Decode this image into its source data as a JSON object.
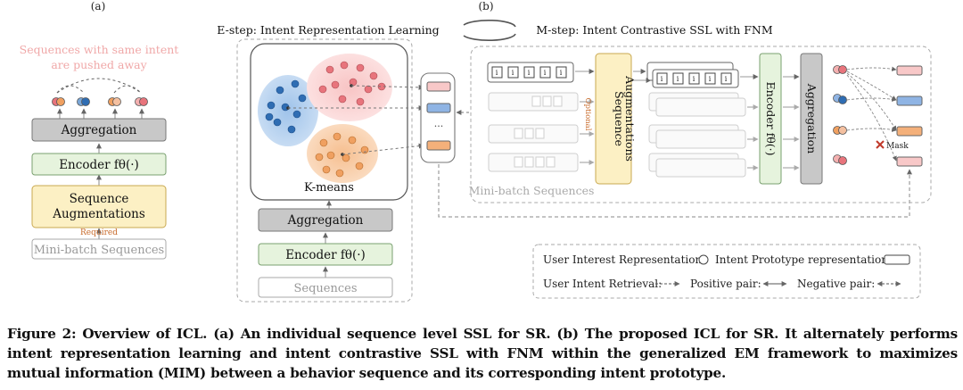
{
  "panel_a": {
    "label": "(a)",
    "note_line1": "Sequences with same intent",
    "note_line2": "are pushed away",
    "aggregation": "Aggregation",
    "encoder": "Encoder fθ(·)",
    "aug_line1": "Sequence",
    "aug_line2": "Augmentations",
    "required": "Required",
    "minibatch": "Mini-batch Sequences"
  },
  "panel_b": {
    "label": "(b)",
    "estep_title": "E-step: Intent Representation Learning",
    "mstep_title": "M-step: Intent Contrastive SSL with FNM",
    "kmeans": "K-means",
    "aggregation": "Aggregation",
    "encoder": "Encoder fθ(·)",
    "sequences": "Sequences",
    "dots": "···",
    "seq_token": "i",
    "aug_line1": "Sequence",
    "aug_line2": "Augmentations",
    "optional": "Optional",
    "encoder_vertical": "Encoder fθ(·)",
    "aggregation_vertical": "Aggregation",
    "minibatch": "Mini-batch Sequences",
    "mask": "Mask",
    "legend": {
      "user_interest": "User Interest Representation:",
      "intent_prototype": "Intent Prototype representation:",
      "retrieval": "User Intent Retrieval:",
      "positive": "Positive pair:",
      "negative": "Negative pair:"
    }
  },
  "caption": "Figure 2: Overview of ICL. (a) An individual sequence level SSL for SR. (b) The proposed ICL for SR. It alternately performs intent representation learning and intent contrastive SSL with FNM within the generalized EM framework to maximizes mutual information (MIM) between a behavior sequence and its corresponding intent prototype.",
  "colors": {
    "blue": "#2f6db3",
    "red": "#e8747c",
    "orange": "#f0a060",
    "yellow_box": "#fcf0c4",
    "green_box": "#e6f3dd",
    "gray_box": "#c8c8c8"
  }
}
